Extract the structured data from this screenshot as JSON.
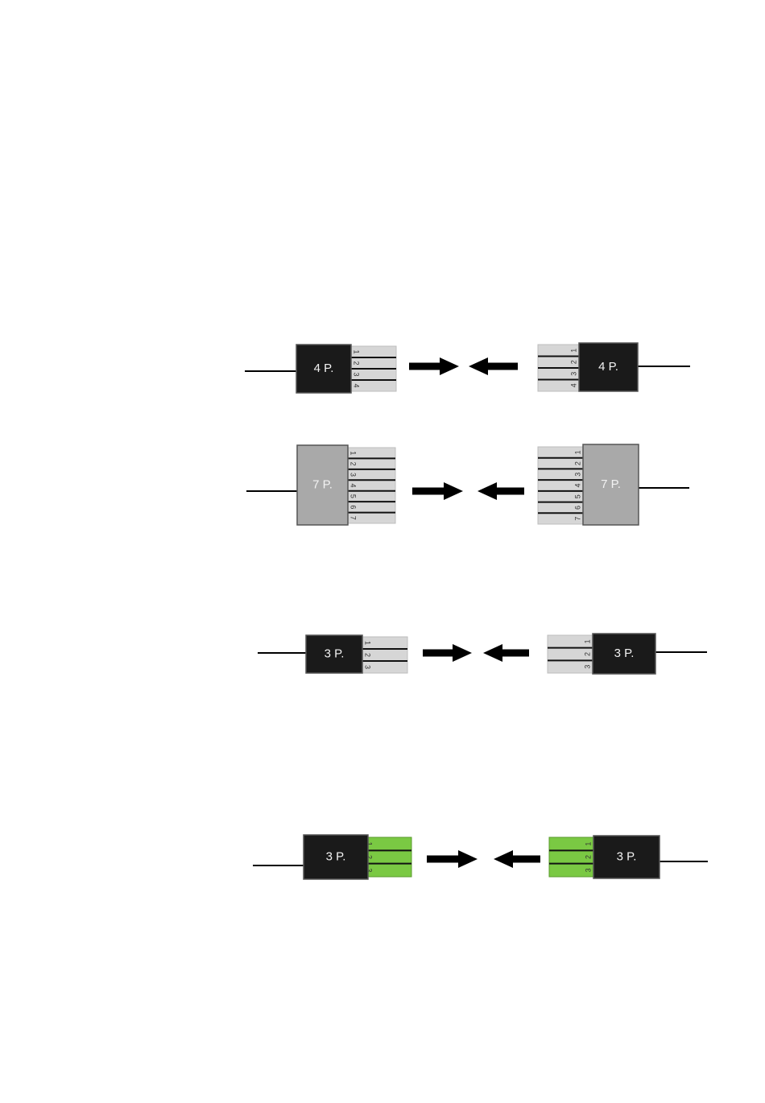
{
  "colors": {
    "body_black": "#1a1a1a",
    "body_gray": "#a9a9a9",
    "pins_gray": "#d6d6d6",
    "pins_green": "#7ac943",
    "label_text": "#f2f2f2",
    "wire": "#000000",
    "arrow": "#000000"
  },
  "connector_pairs": [
    {
      "pins": 4,
      "style": "black",
      "left": {
        "label": "4 P.",
        "pin_numbers": [
          "1",
          "2",
          "3",
          "4"
        ]
      },
      "right": {
        "label": "4 P.",
        "pin_numbers": [
          "1",
          "2",
          "3",
          "4"
        ]
      }
    },
    {
      "pins": 7,
      "style": "gray",
      "left": {
        "label": "7 P.",
        "pin_numbers": [
          "1",
          "2",
          "3",
          "4",
          "5",
          "6",
          "7"
        ]
      },
      "right": {
        "label": "7 P.",
        "pin_numbers": [
          "1",
          "2",
          "3",
          "4",
          "5",
          "6",
          "7"
        ]
      }
    },
    {
      "pins": 3,
      "style": "black",
      "left": {
        "label": "3 P.",
        "pin_numbers": [
          "1",
          "2",
          "3"
        ]
      },
      "right": {
        "label": "3 P.",
        "pin_numbers": [
          "1",
          "2",
          "3"
        ]
      }
    },
    {
      "pins": 3,
      "style": "black-green",
      "left": {
        "label": "3 P.",
        "pin_numbers": [
          "1",
          "2",
          "3"
        ]
      },
      "right": {
        "label": "3 P.",
        "pin_numbers": [
          "1",
          "2",
          "3"
        ]
      }
    }
  ],
  "arrows": [
    {
      "direction": "right",
      "icon": "arrow-right-icon"
    },
    {
      "direction": "left",
      "icon": "arrow-left-icon"
    }
  ]
}
